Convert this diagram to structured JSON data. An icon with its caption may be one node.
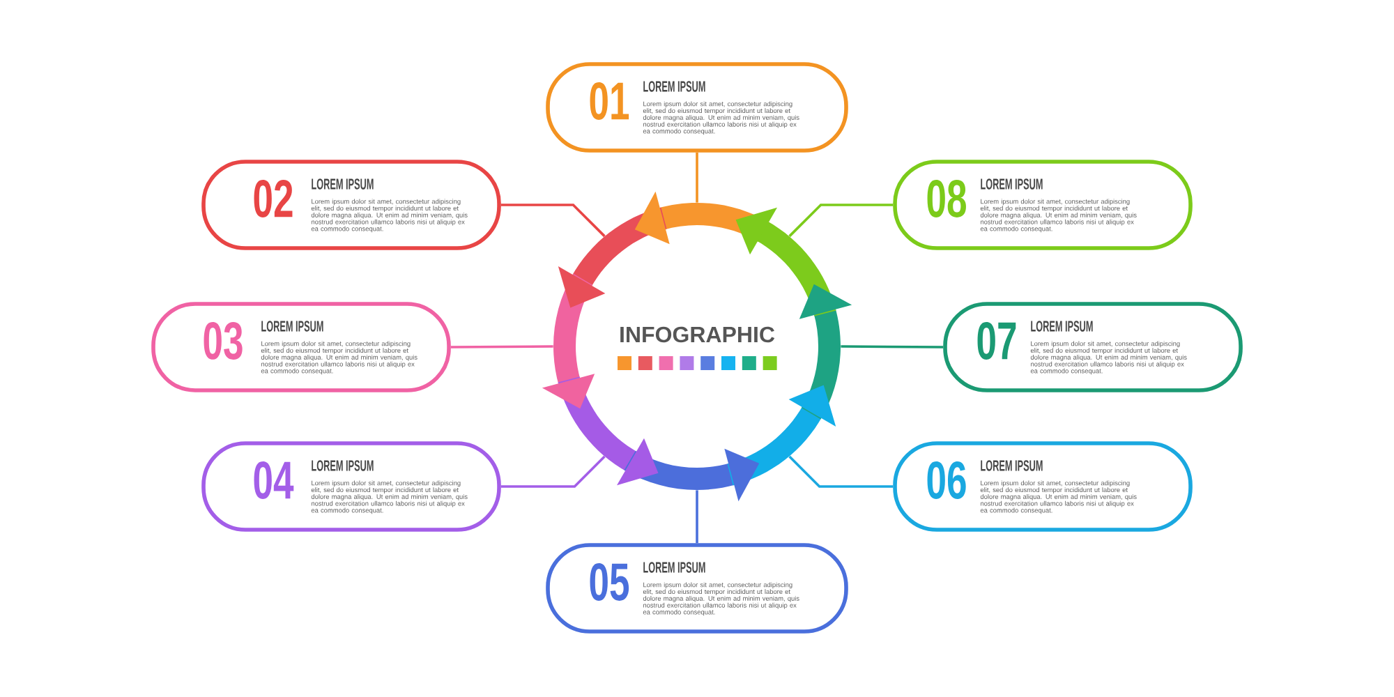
{
  "diagram": {
    "nodes": [
      {
        "text": [
          "INFOGRAPHIC"
        ]
      },
      {
        "text": [
          "01",
          "LOREM IPSUM",
          "Lorem ipsum dolor sit amet, consectetur adipiscing elit, sed do eiusmod tempor incididunt ut labore et dolore magna aliqua. Ut enim ad minim veniam, quis nostrud exercitation ullamco laboris nisi ut aliquip ex ea commodo consequat."
        ]
      },
      {
        "text": [
          "02",
          "LOREM IPSUM",
          "Lorem ipsum dolor sit amet, consectetur adipiscing elit, sed do eiusmod tempor incididunt ut labore et dolore magna aliqua. Ut enim ad minim veniam, quis nostrud exercitation ullamco laboris nisi ut aliquip ex ea commodo consequat."
        ]
      },
      {
        "text": [
          "03",
          "LOREM IPSUM",
          "Lorem ipsum dolor sit amet, consectetur adipiscing elit, sed do eiusmod tempor incididunt ut labore et dolore magna aliqua. Ut enim ad minim veniam, quis nostrud exercitation ullamco laboris nisi ut aliquip ex ea commodo consequat."
        ]
      },
      {
        "text": [
          "04",
          "LOREM IPSUM",
          "Lorem ipsum dolor sit amet, consectetur adipiscing elit, sed do eiusmod tempor incididunt ut labore et dolore magna aliqua. Ut enim ad minim veniam, quis nostrud exercitation ullamco laboris nisi ut aliquip ex ea commodo consequat."
        ]
      },
      {
        "text": [
          "05",
          "LOREM IPSUM",
          "Lorem ipsum dolor sit amet, consectetur adipiscing elit, sed do eiusmod tempor incididunt ut labore et dolore magna aliqua. Ut enim ad minim veniam, quis nostrud exercitation ullamco laboris nisi ut aliquip ex ea commodo consequat."
        ]
      },
      {
        "text": [
          "06",
          "LOREM IPSUM",
          "Lorem ipsum dolor sit amet, consectetur adipiscing elit, sed do eiusmod tempor incididunt ut labore et dolore magna aliqua. Ut enim ad minim veniam, quis nostrud exercitation ullamco laboris nisi ut aliquip ex ea commodo consequat."
        ]
      },
      {
        "text": [
          "07",
          "LOREM IPSUM",
          "Lorem ipsum dolor sit amet, consectetur adipiscing elit, sed do eiusmod tempor incididunt ut labore et dolore magna aliqua. Ut enim ad minim veniam, quis nostrud exercitation ullamco laboris nisi ut aliquip ex ea commodo consequat."
        ]
      },
      {
        "text": [
          "08",
          "LOREM IPSUM",
          "Lorem ipsum dolor sit amet, consectetur adipiscing elit, sed do eiusmod tempor incididunt ut labore et dolore magna aliqua. Ut enim ad minim veniam, quis nostrud exercitation ullamco laboris nisi ut aliquip ex ea commodo consequat."
        ]
      }
    ],
    "edges": [
      {
        "from": 1,
        "to": 0,
        "arrow": "none",
        "color": "#f39322"
      },
      {
        "from": 2,
        "to": 0,
        "arrow": "none",
        "color": "#e84545"
      },
      {
        "from": 3,
        "to": 0,
        "arrow": "none",
        "color": "#f062a4"
      },
      {
        "from": 4,
        "to": 0,
        "arrow": "none",
        "color": "#a35ee8"
      },
      {
        "from": 5,
        "to": 0,
        "arrow": "none",
        "color": "#4a6fdc"
      },
      {
        "from": 6,
        "to": 0,
        "arrow": "none",
        "color": "#1aa8e0"
      },
      {
        "from": 7,
        "to": 0,
        "arrow": "none",
        "color": "#1b9a73"
      },
      {
        "from": 8,
        "to": 0,
        "arrow": "none",
        "color": "#7ccb1a"
      }
    ]
  }
}
